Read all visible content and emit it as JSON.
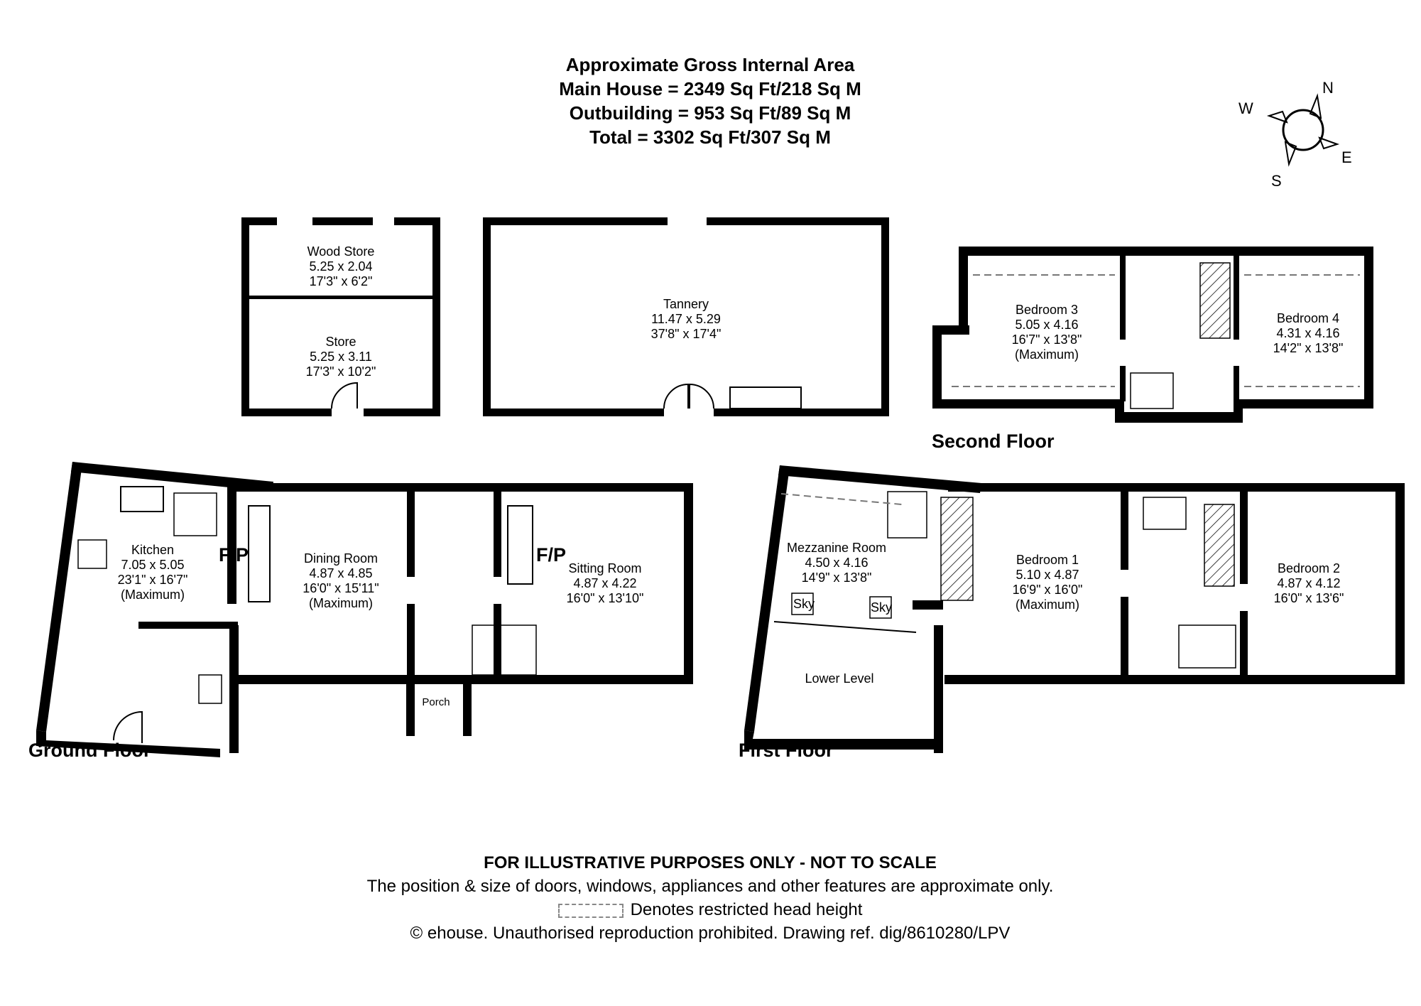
{
  "header": {
    "line1": "Approximate Gross Internal Area",
    "line2": "Main House = 2349 Sq Ft/218 Sq M",
    "line3": "Outbuilding = 953 Sq Ft/89 Sq M",
    "line4": "Total = 3302 Sq Ft/307 Sq M"
  },
  "compass": {
    "n": "N",
    "e": "E",
    "s": "S",
    "w": "W"
  },
  "floors": {
    "ground": "Ground Floor",
    "first": "First Floor",
    "second": "Second Floor"
  },
  "rooms": {
    "wood_store": {
      "name": "Wood Store",
      "metric": "5.25 x 2.04",
      "imperial": "17'3\" x 6'2\""
    },
    "store": {
      "name": "Store",
      "metric": "5.25 x 3.11",
      "imperial": "17'3\" x 10'2\""
    },
    "tannery": {
      "name": "Tannery",
      "metric": "11.47 x 5.29",
      "imperial": "37'8\" x 17'4\""
    },
    "bedroom3": {
      "name": "Bedroom 3",
      "metric": "5.05 x 4.16",
      "imperial": "16'7\" x 13'8\"",
      "note": "(Maximum)"
    },
    "bedroom4": {
      "name": "Bedroom 4",
      "metric": "4.31 x 4.16",
      "imperial": "14'2\" x 13'8\""
    },
    "kitchen": {
      "name": "Kitchen",
      "metric": "7.05 x 5.05",
      "imperial": "23'1\" x 16'7\"",
      "note": "(Maximum)"
    },
    "dining": {
      "name": "Dining Room",
      "metric": "4.87 x 4.85",
      "imperial": "16'0\" x 15'11\"",
      "note": "(Maximum)"
    },
    "sitting": {
      "name": "Sitting Room",
      "metric": "4.87 x 4.22",
      "imperial": "16'0\" x 13'10\""
    },
    "porch": {
      "name": "Porch"
    },
    "mezzanine": {
      "name": "Mezzanine Room",
      "metric": "4.50 x 4.16",
      "imperial": "14'9\" x 13'8\""
    },
    "lower_level": {
      "name": "Lower Level"
    },
    "bedroom1": {
      "name": "Bedroom 1",
      "metric": "5.10 x 4.87",
      "imperial": "16'9\" x 16'0\"",
      "note": "(Maximum)"
    },
    "bedroom2": {
      "name": "Bedroom 2",
      "metric": "4.87 x 4.12",
      "imperial": "16'0\" x 13'6\""
    }
  },
  "labels": {
    "fp": "F/P",
    "sky": "Sky"
  },
  "footer": {
    "line1": "FOR ILLUSTRATIVE PURPOSES ONLY - NOT TO SCALE",
    "line2": "The position & size of doors, windows, appliances and other features are approximate only.",
    "line3": "Denotes restricted head height",
    "line4": "© ehouse. Unauthorised reproduction prohibited. Drawing ref. dig/8610280/LPV"
  }
}
